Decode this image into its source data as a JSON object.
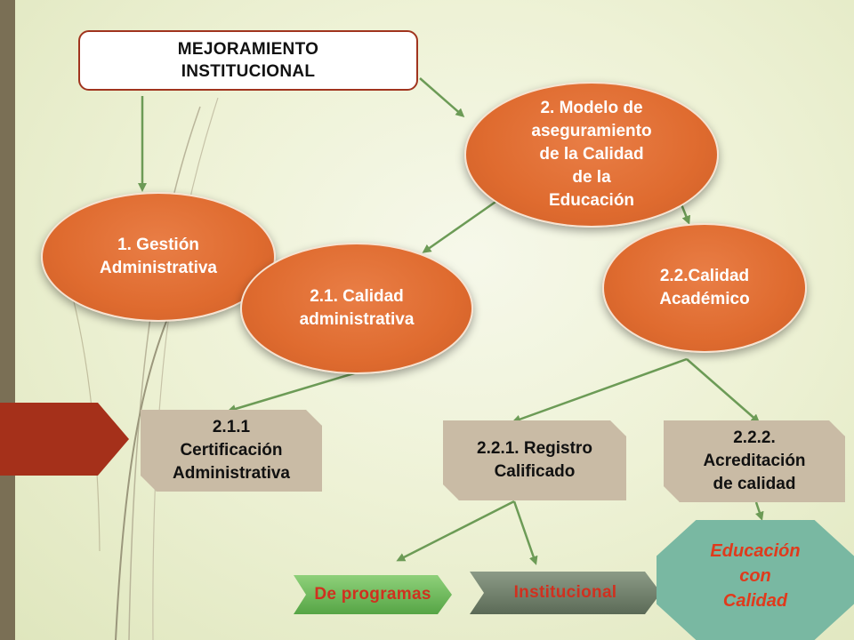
{
  "diagram": {
    "title": "MEJORAMIENTO\nINSTITUCIONAL",
    "node_gestion": "1. Gestión\nAdministrativa",
    "node_modelo": "2. Modelo de\naseguramiento\nde la Calidad\nde la\nEducación",
    "node_calidad_admin": "2.1. Calidad\nadministrativa",
    "node_calidad_academico": "2.2.Calidad\nAcadémico",
    "node_certificacion": "2.1.1\nCertificación\nAdministrativa",
    "node_registro": "2.2.1. Registro\nCalificado",
    "node_acreditacion": "2.2.2.\nAcreditación\nde calidad",
    "chevron_programas": "De programas",
    "chevron_institucional": "Institucional",
    "result": "Educación\ncon\nCalidad"
  },
  "colors": {
    "ellipse_orange": "#df6b2f",
    "arrow_green": "#6c9b56",
    "card_tan": "#c9bba5",
    "chevron_green": "#6cb95a",
    "chevron_gray": "#6e7d6a",
    "star_teal": "#79b8a2",
    "accent_red": "#a5301a",
    "label_red": "#d0301f"
  }
}
